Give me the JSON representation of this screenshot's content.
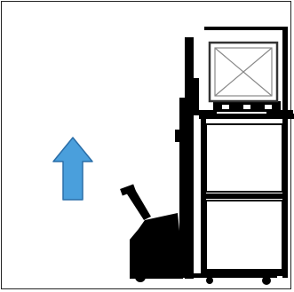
{
  "diagram": {
    "subject": "stacker-lift-illustration",
    "elements": {
      "direction_arrow": {
        "icon": "arrow-up-icon",
        "direction": "up"
      },
      "stacker": {
        "icon": "pallet-stacker-silhouette"
      },
      "racking": {
        "levels": 3
      },
      "load": {
        "icon": "crate-icon"
      }
    },
    "colors": {
      "background": "#ffffff",
      "border": "#222222",
      "machine": "#000000",
      "arrow_fill": "#4a9fdc",
      "arrow_stroke": "#2a6ea8"
    }
  }
}
